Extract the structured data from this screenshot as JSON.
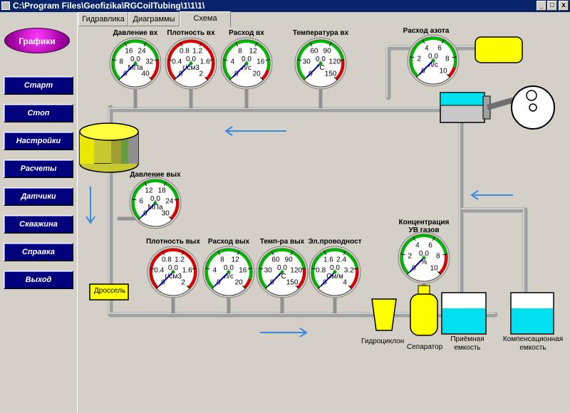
{
  "window": {
    "title": "C:\\Program Files\\Geofizika\\RGCoilTubing\\1\\1\\1\\",
    "minimize": "_",
    "maximize": "□",
    "close": "x"
  },
  "sidebar": {
    "graphs_button": "Графики",
    "buttons": [
      "Старт",
      "Стоп",
      "Настройки",
      "Расчеты",
      "Датчики",
      "Скважина",
      "Справка",
      "Выход"
    ]
  },
  "tabs": [
    {
      "label": "Гидравлика",
      "active": false
    },
    {
      "label": "Диаграммы",
      "active": false
    },
    {
      "label": "Схема",
      "active": true
    }
  ],
  "colors": {
    "pipe": "#a0a0a0",
    "arrow": "#3a8ae0",
    "tank_liquid": "#00e0f0",
    "yellow": "#ffff00",
    "gauge_green": "#00b800",
    "gauge_red": "#e00000"
  },
  "gauges": [
    {
      "id": "p-in",
      "title": "Давление вх",
      "value": "0.0",
      "unit": "МПа",
      "ticks": [
        "0",
        "8",
        "16",
        "24",
        "32",
        "40"
      ],
      "red_from": 0.8,
      "needle": 0.0
    },
    {
      "id": "rho-in",
      "title": "Плотность вх",
      "value": "0.0",
      "unit": "г/см3",
      "ticks": [
        "0",
        "0.4",
        "0.8",
        "1.2",
        "1.6",
        "2"
      ],
      "red_from": 0.0,
      "needle": 0.0
    },
    {
      "id": "q-in",
      "title": "Расход вх",
      "value": "0.0",
      "unit": "л/с",
      "ticks": [
        "0",
        "4",
        "8",
        "12",
        "16",
        "20"
      ],
      "red_from": 0.9,
      "needle": 0.0
    },
    {
      "id": "t-in",
      "title": "Температура вх",
      "value": "0.0",
      "unit": "°C",
      "ticks": [
        "0",
        "30",
        "60",
        "90",
        "120",
        "150"
      ],
      "red_from": 0.8,
      "needle": 0.0
    },
    {
      "id": "n2",
      "title": "Расход азота",
      "value": "0.0",
      "unit": "л/с",
      "ticks": [
        "0",
        "2",
        "4",
        "6",
        "8",
        "10"
      ],
      "red_from": 0.9,
      "needle": 0.0
    },
    {
      "id": "p-out",
      "title": "Давление вых",
      "value": "0.0",
      "unit": "МПа",
      "ticks": [
        "0",
        "6",
        "12",
        "18",
        "24",
        "30"
      ],
      "red_from": 0.8,
      "needle": 0.0
    },
    {
      "id": "rho-out",
      "title": "Плотность вых",
      "value": "0.0",
      "unit": "г/см3",
      "ticks": [
        "0",
        "0.4",
        "0.8",
        "1.2",
        "1.6",
        "2"
      ],
      "red_from": 0.0,
      "needle": 0.0
    },
    {
      "id": "q-out",
      "title": "Расход вых",
      "value": "0.0",
      "unit": "л/с",
      "ticks": [
        "0",
        "4",
        "8",
        "12",
        "16",
        "20"
      ],
      "red_from": 0.9,
      "needle": 0.0
    },
    {
      "id": "t-out",
      "title": "Темп-ра вых",
      "value": "0.0",
      "unit": "°C",
      "ticks": [
        "0",
        "30",
        "60",
        "90",
        "120",
        "150"
      ],
      "red_from": 0.8,
      "needle": 0.0
    },
    {
      "id": "cond",
      "title": "Эл.проводност",
      "value": "0.0",
      "unit": "См/м",
      "ticks": [
        "0",
        "0.8",
        "1.6",
        "2.4",
        "3.2",
        "4"
      ],
      "red_from": 0.8,
      "needle": 0.0
    },
    {
      "id": "gas",
      "title": "Концентрация",
      "title2": "УВ газов",
      "value": "0.0",
      "unit": "%",
      "ticks": [
        "0",
        "2",
        "4",
        "6",
        "8",
        "10"
      ],
      "red_from": 0.8,
      "needle": 0.0
    }
  ],
  "labels": {
    "choke": "Дроссель",
    "hydrocyclone": "Гидроциклон",
    "separator": "Сепаратор",
    "receiving_tank": "Приёмная емкость",
    "compensation_tank": "Компенсационная емкость"
  },
  "tank_levels": {
    "receiving": 0.62,
    "compensation": 0.62
  }
}
